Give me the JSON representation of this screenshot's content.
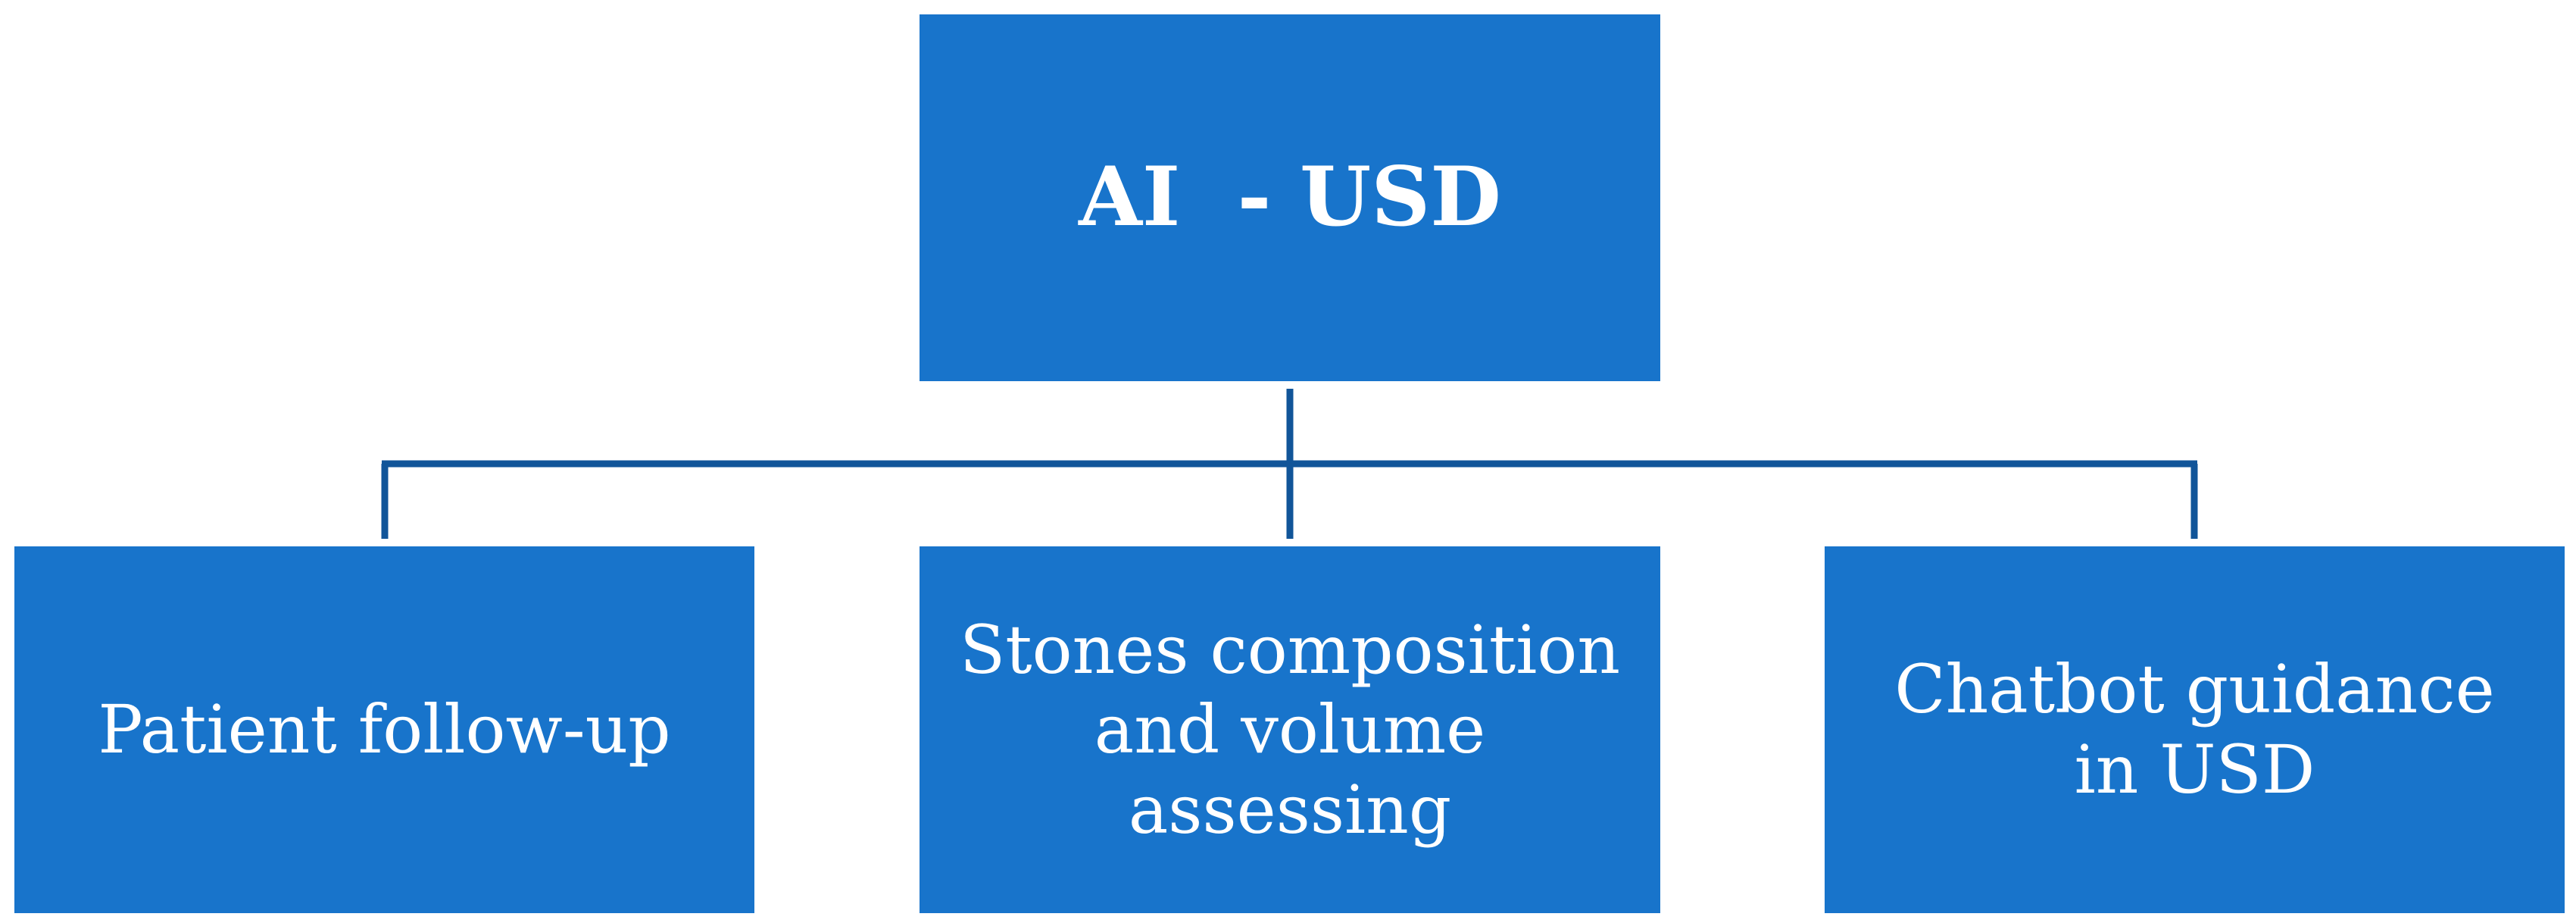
{
  "diagram": {
    "root": {
      "label": "AI  - USD"
    },
    "children": [
      {
        "label": "Patient follow-up"
      },
      {
        "label": "Stones composition and volume assessing"
      },
      {
        "label": "Chatbot guidance in USD"
      }
    ]
  },
  "colors": {
    "node_fill": "#1874CB",
    "node_text": "#FFFFFF",
    "connector": "#115599"
  }
}
